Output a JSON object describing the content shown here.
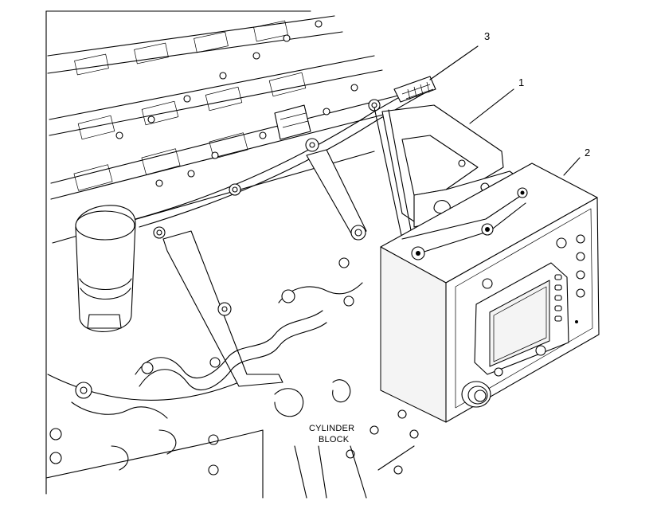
{
  "callouts": {
    "c1": "1",
    "c2": "2",
    "c3": "3"
  },
  "block_label": {
    "line1": "CYLINDER",
    "line2": "BLOCK"
  }
}
